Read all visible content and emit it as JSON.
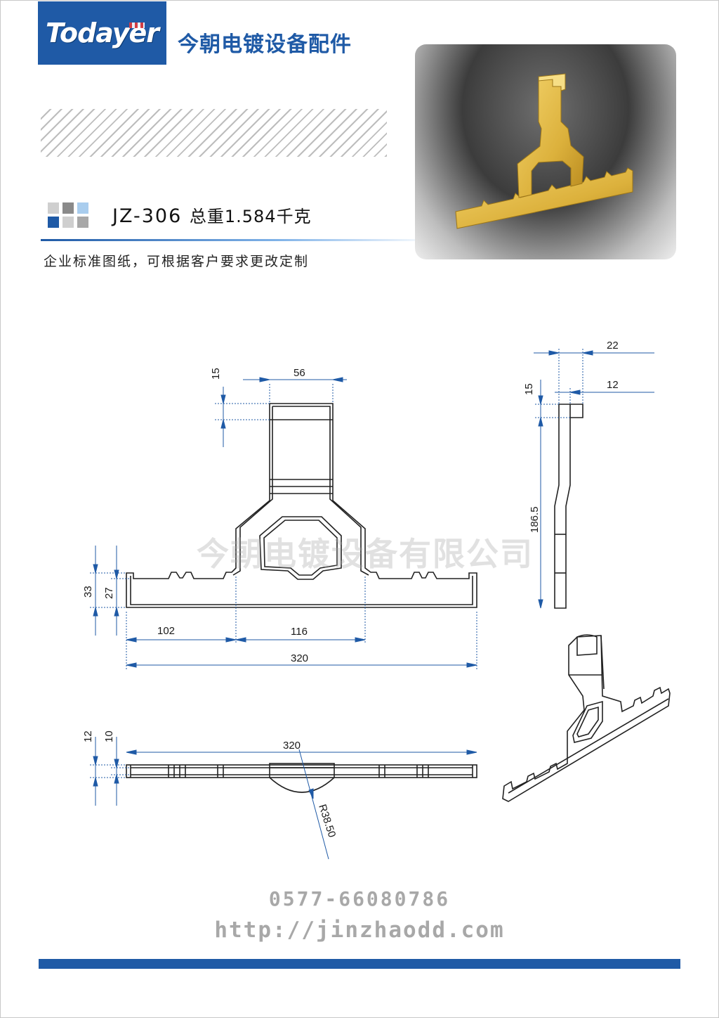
{
  "header": {
    "logo_text": "Todayer",
    "company_name": "今朝电镀设备配件"
  },
  "product": {
    "model": "JZ-306",
    "weight_text": "总重1.584千克",
    "note": "企业标准图纸，可根据客户要求更改定制"
  },
  "swatch_colors": [
    "#cfcfcf",
    "#8a8a8a",
    "#a9cdee",
    "#1f5aa6",
    "#cfcfcf",
    "#a8a8a8"
  ],
  "watermark": "今朝电镀设备有限公司",
  "dimensions": {
    "front": {
      "top_width": "56",
      "top_height": "15",
      "outer_height": "33",
      "inner_height": "27",
      "left_span": "102",
      "center_span": "116",
      "total_width": "320"
    },
    "side": {
      "top_width": "22",
      "inner_width": "12",
      "top_height": "15",
      "length": "186.5"
    },
    "bottom": {
      "total_width": "320",
      "outer_height": "12",
      "inner_height": "10",
      "radius": "R38.50"
    }
  },
  "footer": {
    "phone": "0577-66080786",
    "website": "http://jinzhaodd.com"
  },
  "colors": {
    "brand_blue": "#1f5aa6",
    "dimension_blue": "#1f5aa6",
    "product_gold": "#e8c24a"
  }
}
